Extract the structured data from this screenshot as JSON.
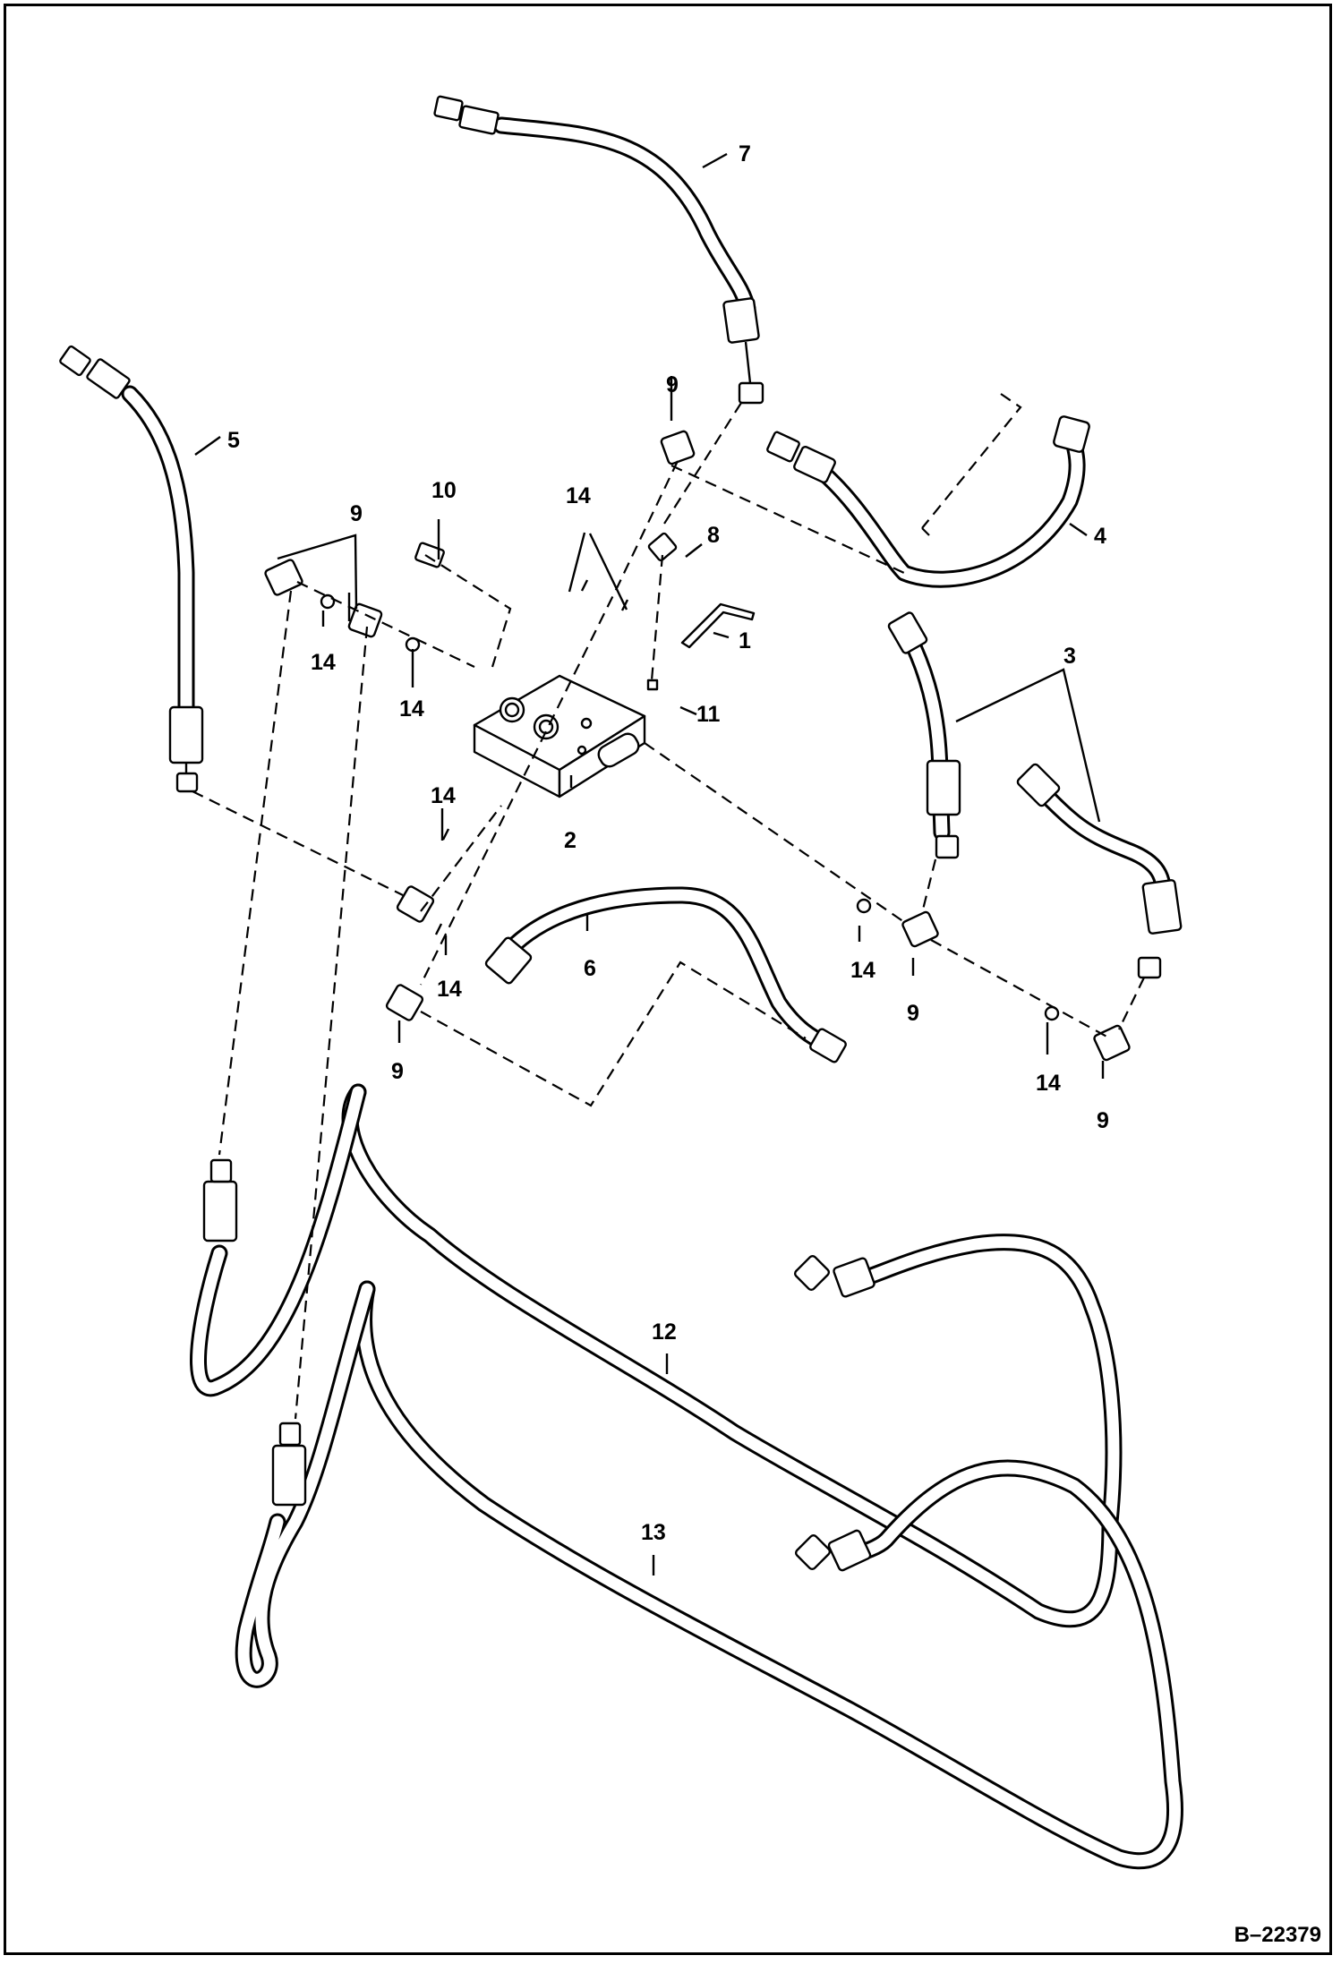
{
  "callouts": {
    "c1": "1",
    "c2": "2",
    "c3": "3",
    "c4": "4",
    "c5": "5",
    "c6": "6",
    "c7": "7",
    "c8": "8",
    "c9": "9",
    "c10": "10",
    "c11": "11",
    "c12": "12",
    "c13": "13",
    "c14": "14"
  },
  "reference_code": "B–22379"
}
